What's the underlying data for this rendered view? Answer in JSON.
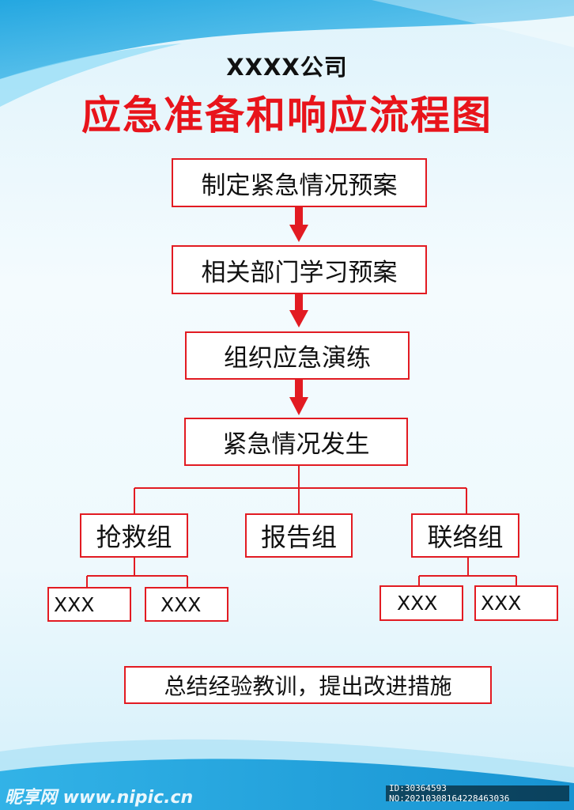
{
  "header": {
    "company": "XXXX公司",
    "title": "应急准备和响应流程图"
  },
  "steps": [
    "制定紧急情况预案",
    "相关部门学习预案",
    "组织应急演练",
    "紧急情况发生"
  ],
  "groups": [
    {
      "label": "抢救组",
      "members": [
        "XXX",
        "XXX"
      ]
    },
    {
      "label": "报告组",
      "members": []
    },
    {
      "label": "联络组",
      "members": [
        "XXX",
        "XXX"
      ]
    }
  ],
  "summary": "总结经验教训，提出改进措施",
  "watermark": {
    "left": "昵享网 www.nipic.cn",
    "right": "ID:30364593 NO:20210308164228463036"
  },
  "colors": {
    "accent": "#e21b22",
    "title": "#e8141b",
    "background": "#e9f7fd"
  }
}
